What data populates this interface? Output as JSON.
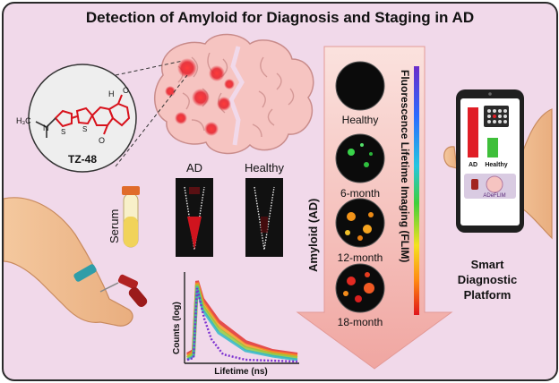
{
  "title": "Detection of Amyloid for Diagnosis and Staging in AD",
  "molecule": {
    "name": "TZ-48",
    "methyl_left": "H₃C",
    "n_label": "N",
    "nh_label": "H",
    "o_label": "O",
    "s_label": "S"
  },
  "serum_label": "Serum",
  "tubes": {
    "ad_label": "AD",
    "healthy_label": "Healthy"
  },
  "plot": {
    "ylabel": "Counts (log)",
    "xlabel": "Lifetime (ns)"
  },
  "arrow": {
    "left_label": "Amyloid (AD)",
    "right_label": "Fluorescence Lifetime Imaging (FLIM)",
    "stages": [
      "Healthy",
      "6-month",
      "12-month",
      "18-month"
    ]
  },
  "phone": {
    "bar_ad": "AD",
    "bar_healthy": "Healthy",
    "app_label": "ADeFLIM"
  },
  "platform": {
    "line1": "Smart",
    "line2": "Diagnostic",
    "line3": "Platform"
  },
  "colors": {
    "background": "#f1d9ea",
    "molecule_red": "#d8121c",
    "bar_red": "#e01e26",
    "bar_green": "#3fbf3a",
    "arrow_pink": "#f4b7b2"
  }
}
